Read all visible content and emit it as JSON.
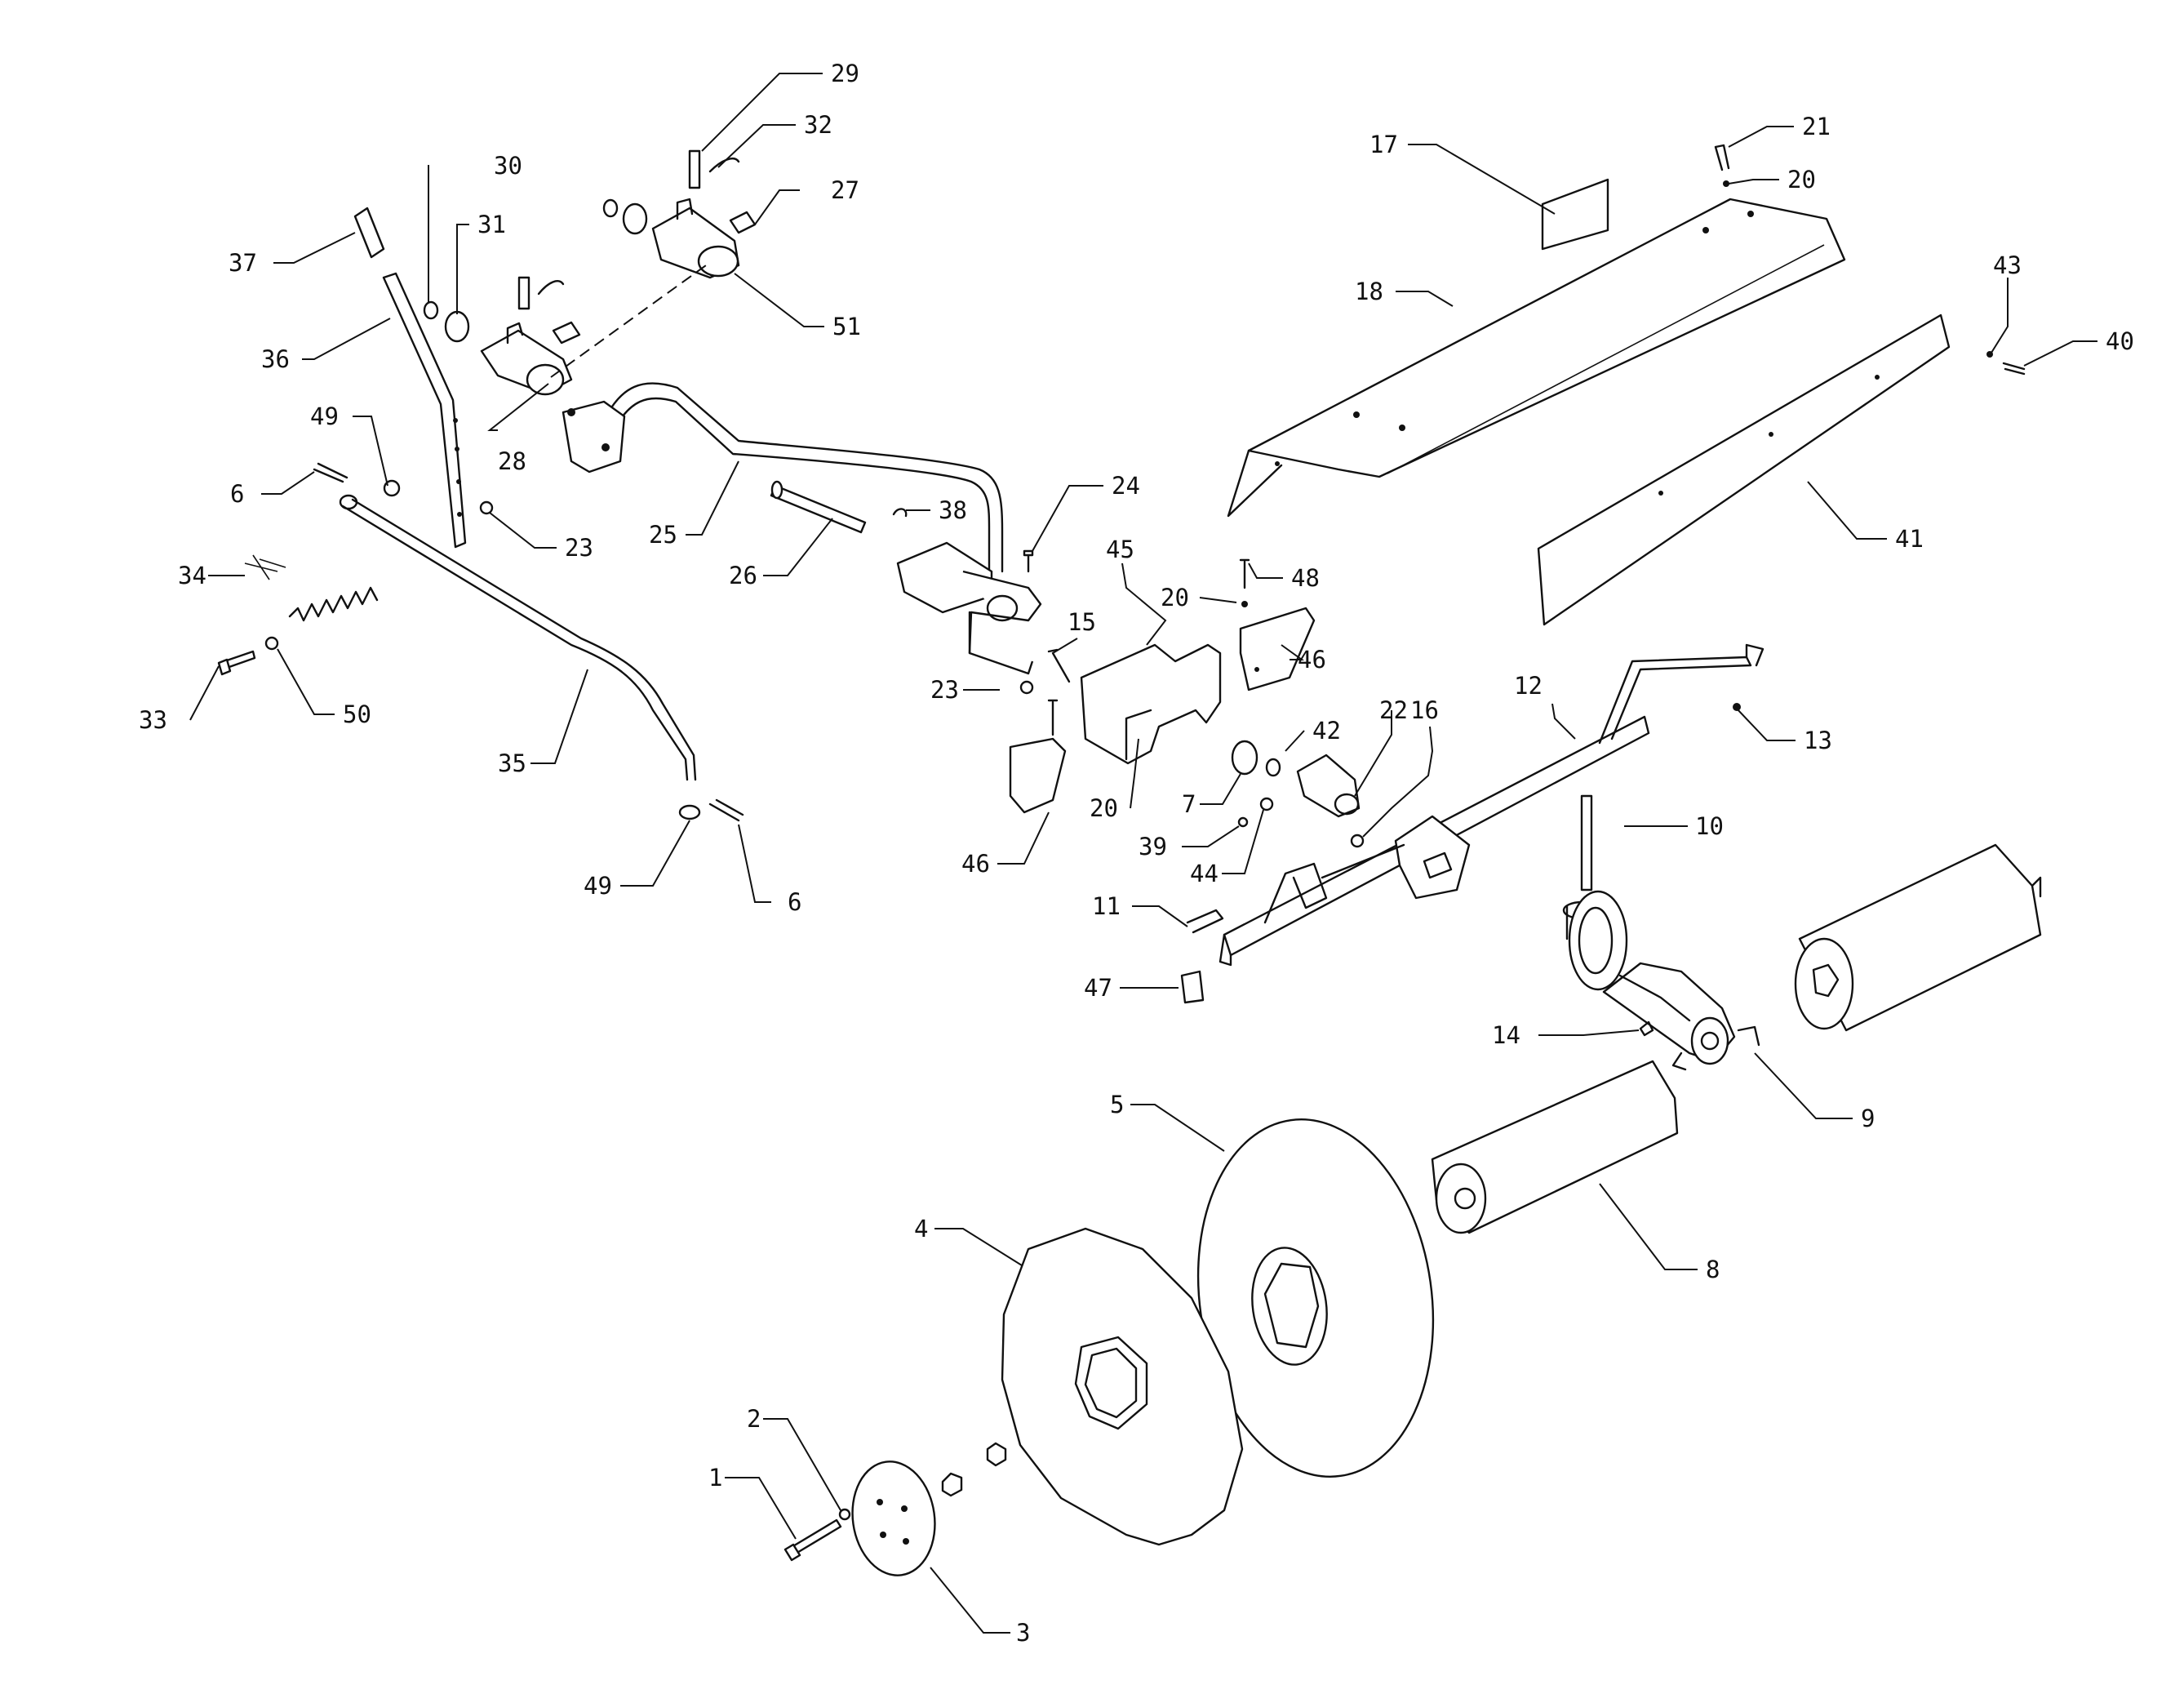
{
  "callouts": {
    "c1": "1",
    "c2": "2",
    "c3": "3",
    "c4": "4",
    "c5": "5",
    "c6a": "6",
    "c6b": "6",
    "c7": "7",
    "c8": "8",
    "c9": "9",
    "c10": "10",
    "c11": "11",
    "c12": "12",
    "c13": "13",
    "c14": "14",
    "c15": "15",
    "c16": "16",
    "c17": "17",
    "c18": "18",
    "c20a": "20",
    "c20b": "20",
    "c20c": "20",
    "c21": "21",
    "c22": "22",
    "c23a": "23",
    "c23b": "23",
    "c24": "24",
    "c25": "25",
    "c26": "26",
    "c27": "27",
    "c28": "28",
    "c29": "29",
    "c30": "30",
    "c31": "31",
    "c32": "32",
    "c33": "33",
    "c34": "34",
    "c35": "35",
    "c36": "36",
    "c37": "37",
    "c38": "38",
    "c39": "39",
    "c40": "40",
    "c41": "41",
    "c42": "42",
    "c43": "43",
    "c44": "44",
    "c45": "45",
    "c46a": "46",
    "c46b": "46",
    "c47": "47",
    "c48": "48",
    "c49a": "49",
    "c49b": "49",
    "c50": "50",
    "c51": "51"
  }
}
